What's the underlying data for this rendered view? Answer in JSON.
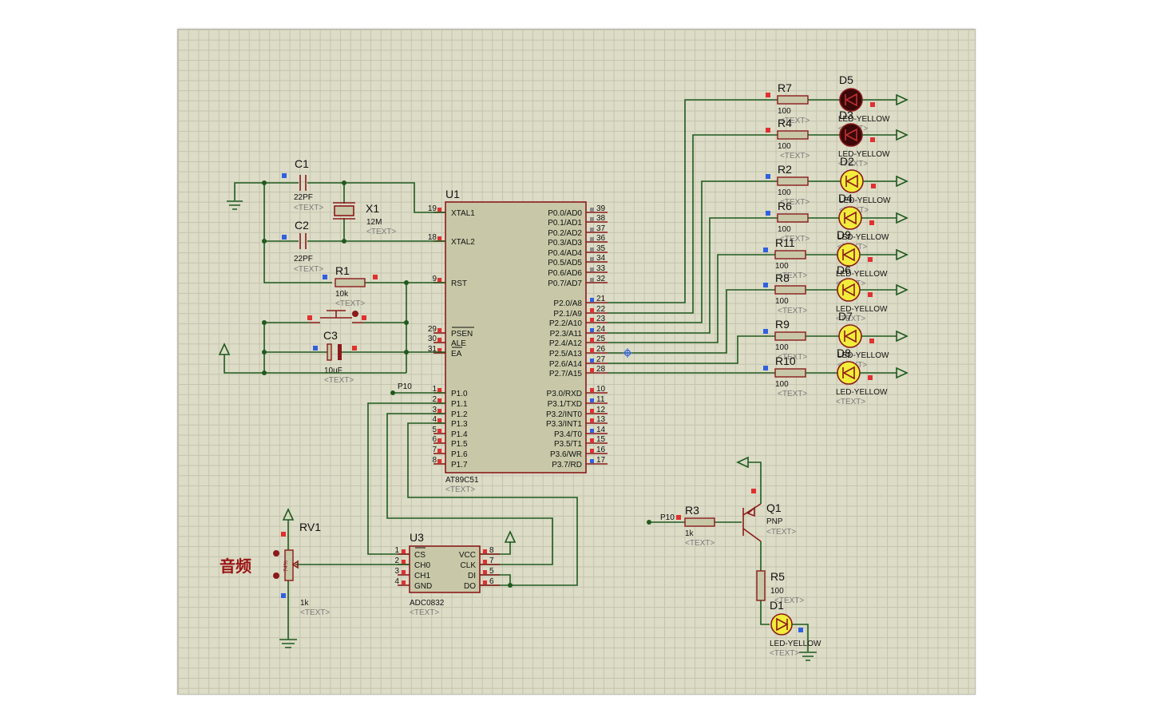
{
  "mcu": {
    "ref": "U1",
    "part": "AT89C51",
    "text": "<TEXT>",
    "left_pins": [
      {
        "num": "19",
        "name": "XTAL1"
      },
      {
        "num": "18",
        "name": "XTAL2"
      },
      {
        "num": "9",
        "name": "RST"
      },
      {
        "num": "29",
        "name": "PSEN"
      },
      {
        "num": "30",
        "name": "ALE"
      },
      {
        "num": "31",
        "name": "EA"
      },
      {
        "num": "1",
        "name": "P1.0"
      },
      {
        "num": "2",
        "name": "P1.1"
      },
      {
        "num": "3",
        "name": "P1.2"
      },
      {
        "num": "4",
        "name": "P1.3"
      },
      {
        "num": "5",
        "name": "P1.4"
      },
      {
        "num": "6",
        "name": "P1.5"
      },
      {
        "num": "7",
        "name": "P1.6"
      },
      {
        "num": "8",
        "name": "P1.7"
      }
    ],
    "right_pins": [
      {
        "num": "39",
        "name": "P0.0/AD0"
      },
      {
        "num": "38",
        "name": "P0.1/AD1"
      },
      {
        "num": "37",
        "name": "P0.2/AD2"
      },
      {
        "num": "36",
        "name": "P0.3/AD3"
      },
      {
        "num": "35",
        "name": "P0.4/AD4"
      },
      {
        "num": "34",
        "name": "P0.5/AD5"
      },
      {
        "num": "33",
        "name": "P0.6/AD6"
      },
      {
        "num": "32",
        "name": "P0.7/AD7"
      },
      {
        "num": "21",
        "name": "P2.0/A8"
      },
      {
        "num": "22",
        "name": "P2.1/A9"
      },
      {
        "num": "23",
        "name": "P2.2/A10"
      },
      {
        "num": "24",
        "name": "P2.3/A11"
      },
      {
        "num": "25",
        "name": "P2.4/A12"
      },
      {
        "num": "26",
        "name": "P2.5/A13"
      },
      {
        "num": "27",
        "name": "P2.6/A14"
      },
      {
        "num": "28",
        "name": "P2.7/A15"
      },
      {
        "num": "10",
        "name": "P3.0/RXD"
      },
      {
        "num": "11",
        "name": "P3.1/TXD"
      },
      {
        "num": "12",
        "name": "P3.2/INT0"
      },
      {
        "num": "13",
        "name": "P3.3/INT1"
      },
      {
        "num": "14",
        "name": "P3.4/T0"
      },
      {
        "num": "15",
        "name": "P3.5/T1"
      },
      {
        "num": "16",
        "name": "P3.6/WR"
      },
      {
        "num": "17",
        "name": "P3.7/RD"
      }
    ]
  },
  "adc": {
    "ref": "U3",
    "part": "ADC0832",
    "text": "<TEXT>",
    "left_pins": [
      {
        "num": "1",
        "name": "CS"
      },
      {
        "num": "2",
        "name": "CH0"
      },
      {
        "num": "3",
        "name": "CH1"
      },
      {
        "num": "4",
        "name": "GND"
      }
    ],
    "right_pins": [
      {
        "num": "8",
        "name": "VCC"
      },
      {
        "num": "7",
        "name": "CLK"
      },
      {
        "num": "5",
        "name": "DI"
      },
      {
        "num": "6",
        "name": "DO"
      }
    ]
  },
  "crystal": {
    "ref": "X1",
    "value": "12M",
    "text": "<TEXT>"
  },
  "caps": [
    {
      "ref": "C1",
      "value": "22PF",
      "text": "<TEXT>"
    },
    {
      "ref": "C2",
      "value": "22PF",
      "text": "<TEXT>"
    },
    {
      "ref": "C3",
      "value": "10uF",
      "text": "<TEXT>"
    }
  ],
  "r1": {
    "ref": "R1",
    "value": "10k",
    "text": "<TEXT>"
  },
  "pot": {
    "ref": "RV1",
    "value": "1k",
    "text": "<TEXT>",
    "percent": "74%",
    "caption": "音频"
  },
  "p10_label": "P10",
  "transistor": {
    "ref": "Q1",
    "type": "PNP",
    "text": "<TEXT>"
  },
  "r3": {
    "ref": "R3",
    "value": "1k",
    "text": "<TEXT>",
    "net": "P10"
  },
  "r5": {
    "ref": "R5",
    "value": "100",
    "text": "<TEXT>"
  },
  "d1": {
    "ref": "D1",
    "part": "LED-YELLOW",
    "text": "<TEXT>"
  },
  "led_rows": [
    {
      "res": "R7",
      "val": "100",
      "led": "D5",
      "part": "LED-YELLOW",
      "text": "<TEXT>",
      "lit": false
    },
    {
      "res": "R4",
      "val": "100",
      "led": "D3",
      "part": "LED-YELLOW",
      "text": "<TEXT>",
      "lit": false
    },
    {
      "res": "R2",
      "val": "100",
      "led": "D2",
      "part": "LED-YELLOW",
      "text": "<TEXT>",
      "lit": true
    },
    {
      "res": "R6",
      "val": "100",
      "led": "D4",
      "part": "LED-YELLOW",
      "text": "<TEXT>",
      "lit": true
    },
    {
      "res": "R11",
      "val": "100",
      "led": "D9",
      "part": "LED-YELLOW",
      "text": "<TEXT>",
      "lit": true
    },
    {
      "res": "R8",
      "val": "100",
      "led": "D6",
      "part": "LED-YELLOW",
      "text": "<TEXT>",
      "lit": true
    },
    {
      "res": "R9",
      "val": "100",
      "led": "D7",
      "part": "LED-YELLOW",
      "text": "<TEXT>",
      "lit": true
    },
    {
      "res": "R10",
      "val": "100",
      "led": "D8",
      "part": "LED-YELLOW",
      "text": "<TEXT>",
      "lit": true
    }
  ],
  "colors": {
    "wire": "#1e5a1e",
    "component": "#8b1a1a",
    "led_on": "#f2ec3a",
    "led_off": "#3a0808",
    "sheet": "#dcdcc7"
  }
}
